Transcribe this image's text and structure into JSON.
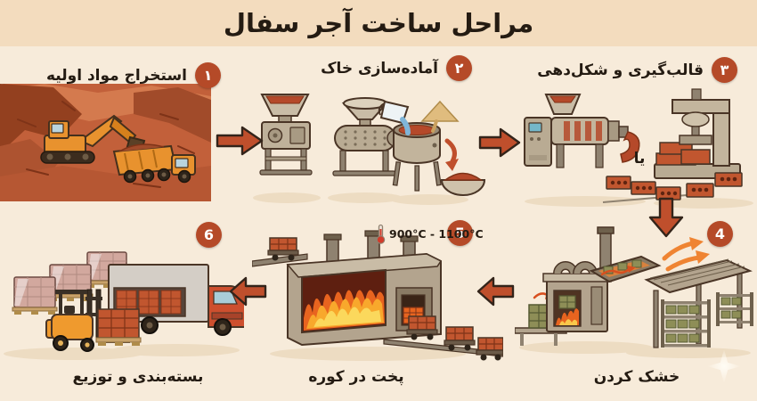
{
  "title": "مراحل ساخت آجر سفال",
  "stages": [
    {
      "number": "۱",
      "label": "استخراج مواد اولیه"
    },
    {
      "number": "۲",
      "label": "آماده‌سازی خاک"
    },
    {
      "number": "۳",
      "label": "قالب‌گیری و شکل‌دهی",
      "or_label": "یا"
    },
    {
      "number": "4",
      "label": "خشک کردن"
    },
    {
      "number": "5",
      "label": "پخت در کوره",
      "temperature": "900°C - 1100°C"
    },
    {
      "number": "6",
      "label": "بسته‌بندی و توزیع"
    }
  ],
  "colors": {
    "background": "#f7ebda",
    "title_band": "#f3dcbe",
    "badge": "#b54a28",
    "arrow": "#bf4f2c",
    "text": "#241b12"
  }
}
